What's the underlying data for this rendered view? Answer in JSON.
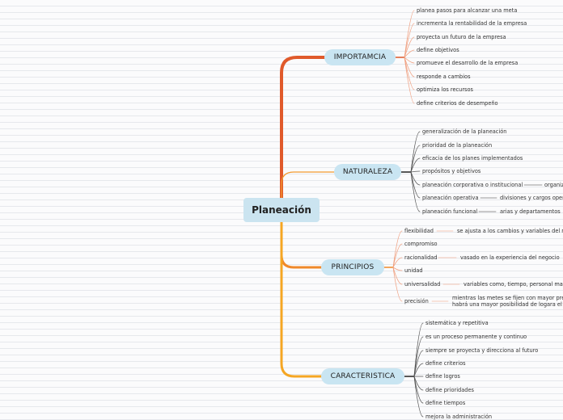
{
  "root": {
    "label": "Planeación"
  },
  "colors": {
    "importancia": "#e05a2b",
    "naturaleza": "#f29a2e",
    "principios": "#f0892a",
    "caracteristica": "#f5a623",
    "neutral": "#222222"
  },
  "branches": {
    "importancia": {
      "label": "IMPORTAMCIA",
      "items": [
        "planea pasos para alcanzar una meta",
        "incrementa la rentabilidad de la empresa",
        "proyecta un futuro de la empresa",
        "define objetivos",
        "promueve el desarrollo de la empresa",
        "responde a cambios",
        "optimiza los recursos",
        "define criterios de desempeño"
      ]
    },
    "naturaleza": {
      "label": "NATURALEZA",
      "items": [
        {
          "text": "generalización de la planeación",
          "detail": ""
        },
        {
          "text": "prioridad de la planeación",
          "detail": ""
        },
        {
          "text": "eficacia de los planes implementados",
          "detail": ""
        },
        {
          "text": "propósitos y objetivos",
          "detail": ""
        },
        {
          "text": "planeación corporativa o institucional",
          "detail": "organiz"
        },
        {
          "text": "planeación operativa",
          "detail": "divisiones y cargos oper"
        },
        {
          "text": "planeación funcional",
          "detail": "arias y departamentos"
        }
      ]
    },
    "principios": {
      "label": "PRINCIPIOS",
      "items": [
        {
          "text": "flexibilidad",
          "detail": "se ajusta a los cambios y variables del m"
        },
        {
          "text": "compromiso",
          "detail": ""
        },
        {
          "text": "racionalidad",
          "detail": "vasado en la experiencia  del negocio"
        },
        {
          "text": "unidad",
          "detail": ""
        },
        {
          "text": "universalidad",
          "detail": "variables como, tiempo, personal mat"
        },
        {
          "text": "precisión",
          "detail": "mientras las metes se fijen con mayor pre habrá una mayor posibilidad de logara el o"
        }
      ]
    },
    "caracteristica": {
      "label": "CARACTERISTICA",
      "items": [
        "sistemática y repetitiva",
        "es un proceso permanente y continuo",
        "siempre se proyecta y direcciona al futuro",
        "define criterios",
        "define logros",
        "define prioridades",
        "define tiempos",
        "mejora la administración"
      ]
    }
  }
}
